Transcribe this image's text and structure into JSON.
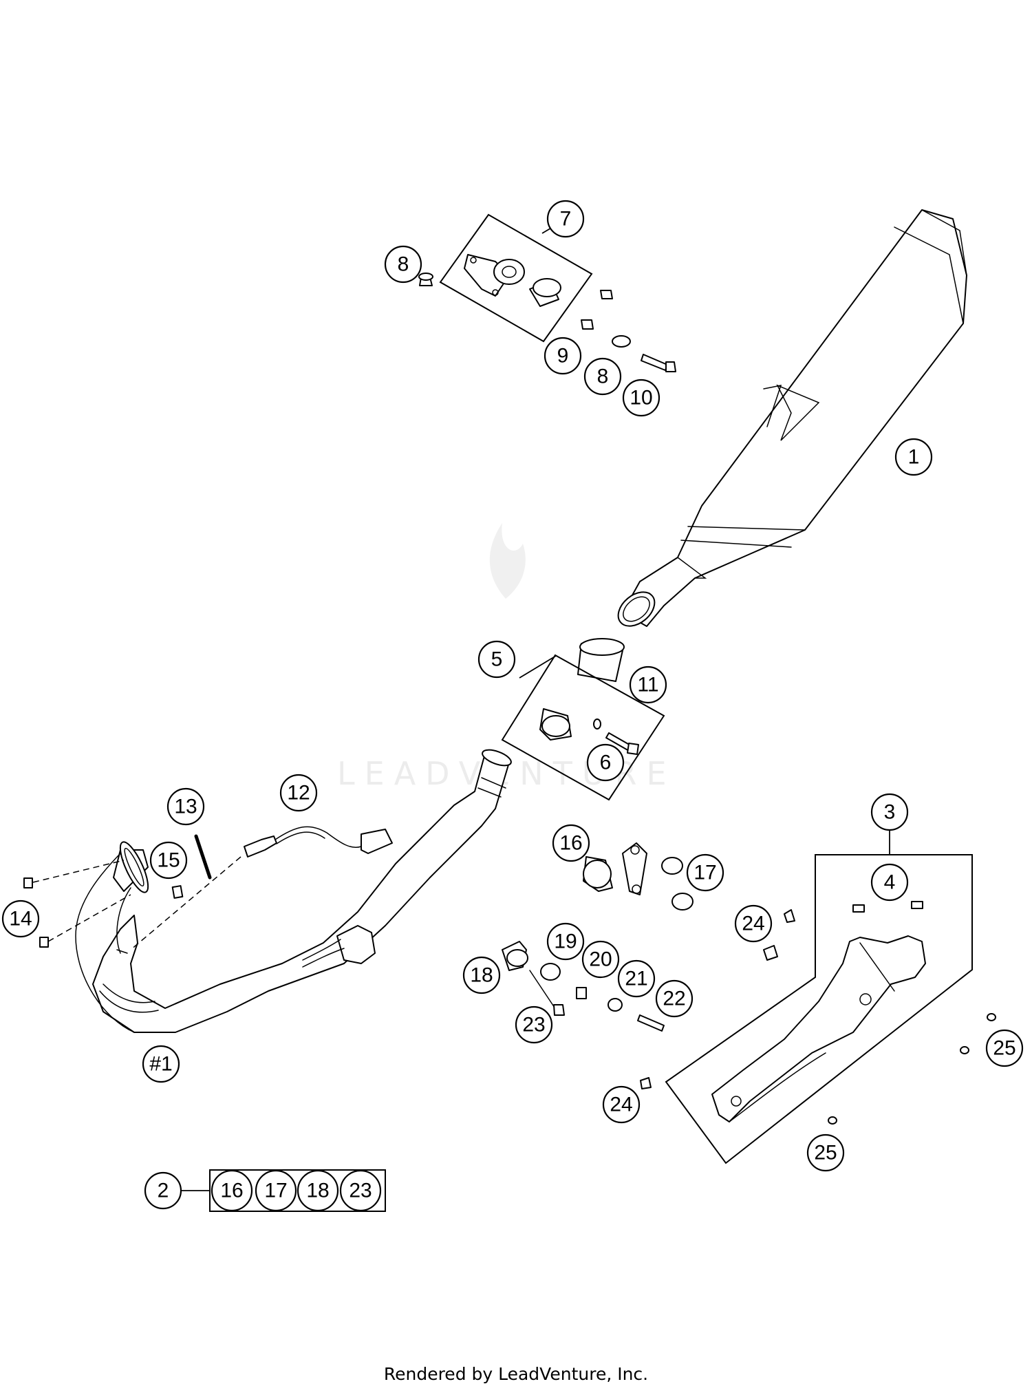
{
  "callouts": [
    {
      "id": "c1",
      "label": "1"
    },
    {
      "id": "c2",
      "label": "2"
    },
    {
      "id": "c3",
      "label": "3"
    },
    {
      "id": "c4",
      "label": "4"
    },
    {
      "id": "c5",
      "label": "5"
    },
    {
      "id": "c6",
      "label": "6"
    },
    {
      "id": "c7",
      "label": "7"
    },
    {
      "id": "c8a",
      "label": "8"
    },
    {
      "id": "c8b",
      "label": "8"
    },
    {
      "id": "c9",
      "label": "9"
    },
    {
      "id": "c10",
      "label": "10"
    },
    {
      "id": "c11",
      "label": "11"
    },
    {
      "id": "c12",
      "label": "12"
    },
    {
      "id": "c13",
      "label": "13"
    },
    {
      "id": "c14",
      "label": "14"
    },
    {
      "id": "c15",
      "label": "15"
    },
    {
      "id": "c16",
      "label": "16"
    },
    {
      "id": "c17",
      "label": "17"
    },
    {
      "id": "c18",
      "label": "18"
    },
    {
      "id": "c19",
      "label": "19"
    },
    {
      "id": "c20",
      "label": "20"
    },
    {
      "id": "c21",
      "label": "21"
    },
    {
      "id": "c22",
      "label": "22"
    },
    {
      "id": "c23",
      "label": "23"
    },
    {
      "id": "c24a",
      "label": "24"
    },
    {
      "id": "c24b",
      "label": "24"
    },
    {
      "id": "c25a",
      "label": "25"
    },
    {
      "id": "c25b",
      "label": "25"
    },
    {
      "id": "cH1",
      "label": "#1"
    },
    {
      "id": "k16",
      "label": "16"
    },
    {
      "id": "k17",
      "label": "17"
    },
    {
      "id": "k18",
      "label": "18"
    },
    {
      "id": "k23",
      "label": "23"
    }
  ],
  "watermark": "LEADVENTURE",
  "footer": "Rendered by LeadVenture, Inc."
}
